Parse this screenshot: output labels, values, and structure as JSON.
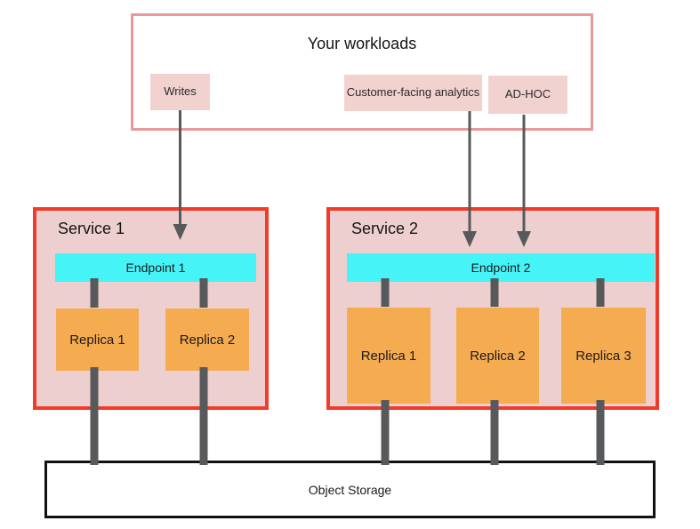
{
  "diagram_title": "Your workloads",
  "workloads": {
    "title": "Your workloads",
    "items": [
      {
        "label": "Writes"
      },
      {
        "label": "Customer-facing analytics"
      },
      {
        "label": "AD-HOC"
      }
    ]
  },
  "services": [
    {
      "name": "Service 1",
      "endpoint": "Endpoint 1",
      "replicas": [
        "Replica 1",
        "Replica 2"
      ]
    },
    {
      "name": "Service 2",
      "endpoint": "Endpoint 2",
      "replicas": [
        "Replica 1",
        "Replica 2",
        "Replica 3"
      ]
    }
  ],
  "storage": {
    "label": "Object Storage"
  },
  "connections": [
    "Writes -> Endpoint 1",
    "Customer-facing analytics -> Endpoint 2",
    "AD-HOC -> Endpoint 2",
    "Endpoint 1 -> Replica 1, Replica 2",
    "Endpoint 2 -> Replica 1, Replica 2, Replica 3",
    "All replicas -> Object Storage"
  ],
  "colors": {
    "salmon": "#e89a9a",
    "pink": "#f2d2cf",
    "servicefill": "#eecfcf",
    "red": "#f23b28",
    "cyan": "#46f4f7",
    "orange": "#f5ab50",
    "gray": "#57595b"
  }
}
